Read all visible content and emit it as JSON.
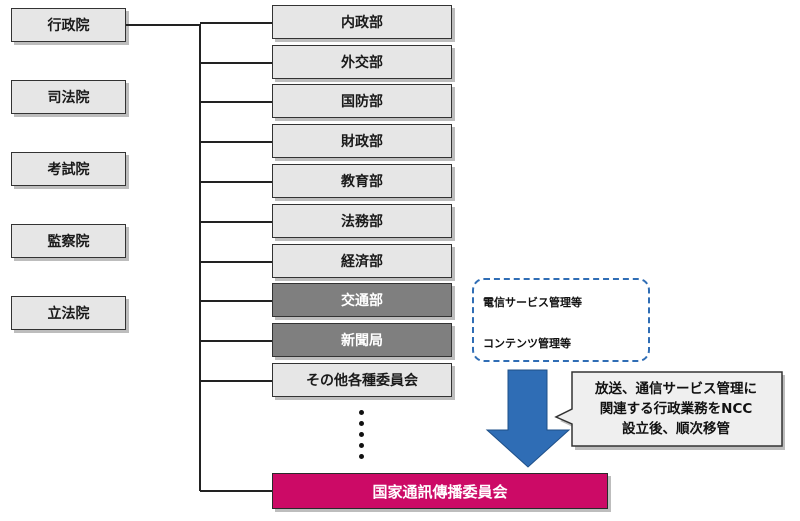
{
  "yuan": [
    {
      "label": "行政院"
    },
    {
      "label": "司法院"
    },
    {
      "label": "考試院"
    },
    {
      "label": "監察院"
    },
    {
      "label": "立法院"
    }
  ],
  "ministries": [
    {
      "label": "内政部",
      "highlight": false
    },
    {
      "label": "外交部",
      "highlight": false
    },
    {
      "label": "国防部",
      "highlight": false
    },
    {
      "label": "財政部",
      "highlight": false
    },
    {
      "label": "教育部",
      "highlight": false
    },
    {
      "label": "法務部",
      "highlight": false
    },
    {
      "label": "経済部",
      "highlight": false
    },
    {
      "label": "交通部",
      "highlight": true
    },
    {
      "label": "新聞局",
      "highlight": true
    },
    {
      "label": "その他各種委員会",
      "highlight": false
    }
  ],
  "ncc": {
    "label": "国家通訊傳播委員会",
    "color": "#cc0a66"
  },
  "notes": {
    "telecom": "電信サービス管理等",
    "content": "コンテンツ管理等"
  },
  "callout": {
    "text": "放送、通信サービス管理に\n関連する行政業務をNCC\n設立後、順次移管"
  },
  "colors": {
    "box_fill": "#e6e6e6",
    "highlight_fill": "#7f7f7f",
    "arrow": "#2f6db5",
    "dashed_border": "#2f6db5"
  }
}
